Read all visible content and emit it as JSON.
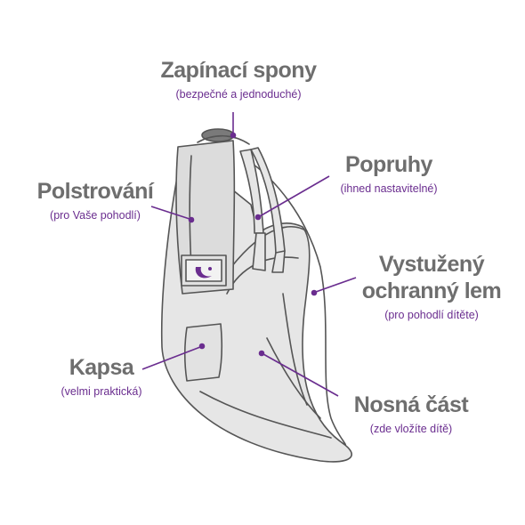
{
  "colors": {
    "title_gray": "#6e6e6e",
    "subtitle_purple": "#6a2d8f",
    "leader_line": "#6a2d8f",
    "sling_fill": "#e6e6e6",
    "sling_outline": "#555555"
  },
  "callouts": {
    "zapinaci": {
      "title": "Zapínací spony",
      "subtitle": "(bezpečné a jednoduché)"
    },
    "polstrovani": {
      "title": "Polstrování",
      "subtitle": "(pro Vaše pohodlí)"
    },
    "popruhy": {
      "title": "Popruhy",
      "subtitle": "(ihned nastavitelné)"
    },
    "vystuzeny": {
      "title_line1": "Vystužený",
      "title_line2": "ochranný lem",
      "subtitle": "(pro pohodlí dítěte)"
    },
    "kapsa": {
      "title": "Kapsa",
      "subtitle": "(velmi praktická)"
    },
    "nosna": {
      "title": "Nosná část",
      "subtitle": "(zde vložíte dítě)"
    }
  }
}
